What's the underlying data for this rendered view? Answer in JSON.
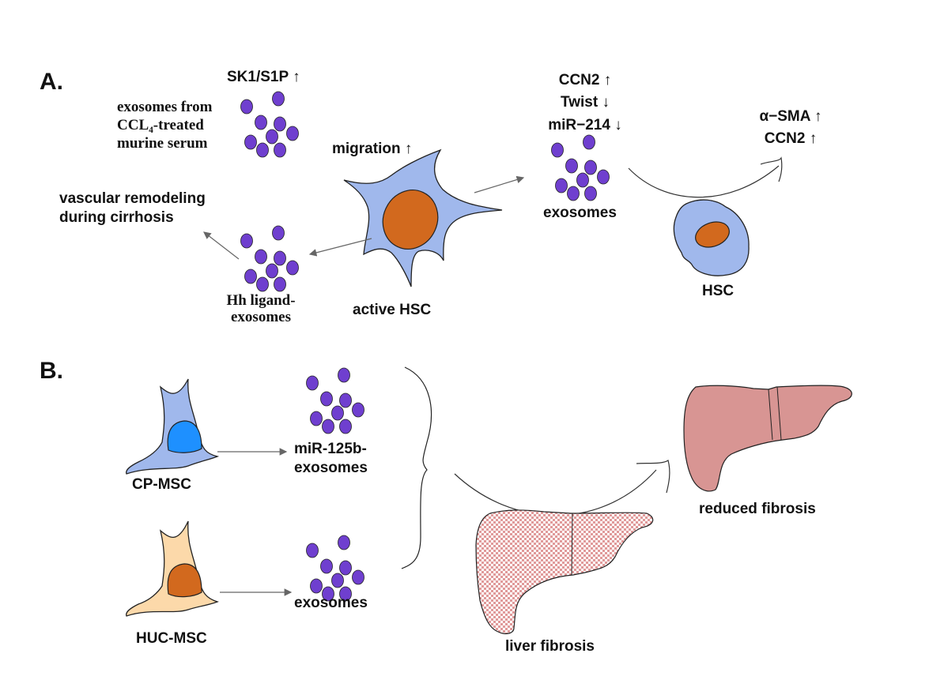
{
  "panels": {
    "a_label": "A.",
    "b_label": "B."
  },
  "panel_a": {
    "serum_marker": "SK1/S1P ↑",
    "serum_exosomes": [
      "exosomes from",
      "CCL₄-treated",
      "murine serum"
    ],
    "migration": "migration ↑",
    "vascular": [
      "vascular remodeling",
      "during cirrhosis"
    ],
    "hh_exosomes": [
      "Hh ligand-",
      "exosomes"
    ],
    "active_hsc": "active  HSC",
    "exo_markers": [
      "CCN2 ↑",
      "Twist ↓",
      "miR−214 ↓"
    ],
    "exosomes": "exosomes",
    "hsc_markers": [
      "α−SMA ↑",
      "CCN2 ↑"
    ],
    "hsc": "HSC"
  },
  "panel_b": {
    "cp_msc": "CP-MSC",
    "mir_exosomes": [
      "miR-125b-",
      "exosomes"
    ],
    "huc_msc": "HUC-MSC",
    "exosomes": "exosomes",
    "liver_fibrosis": "liver  fibrosis",
    "reduced_fibrosis": "reduced fibrosis"
  },
  "colors": {
    "exosome": "#6f3fcf",
    "cell_blue": "#a0b8ec",
    "nucleus_orange": "#d2691e",
    "nucleus_blue": "#1e90ff",
    "cell_peach": "#fcd9aa",
    "liver": "#d89593"
  }
}
